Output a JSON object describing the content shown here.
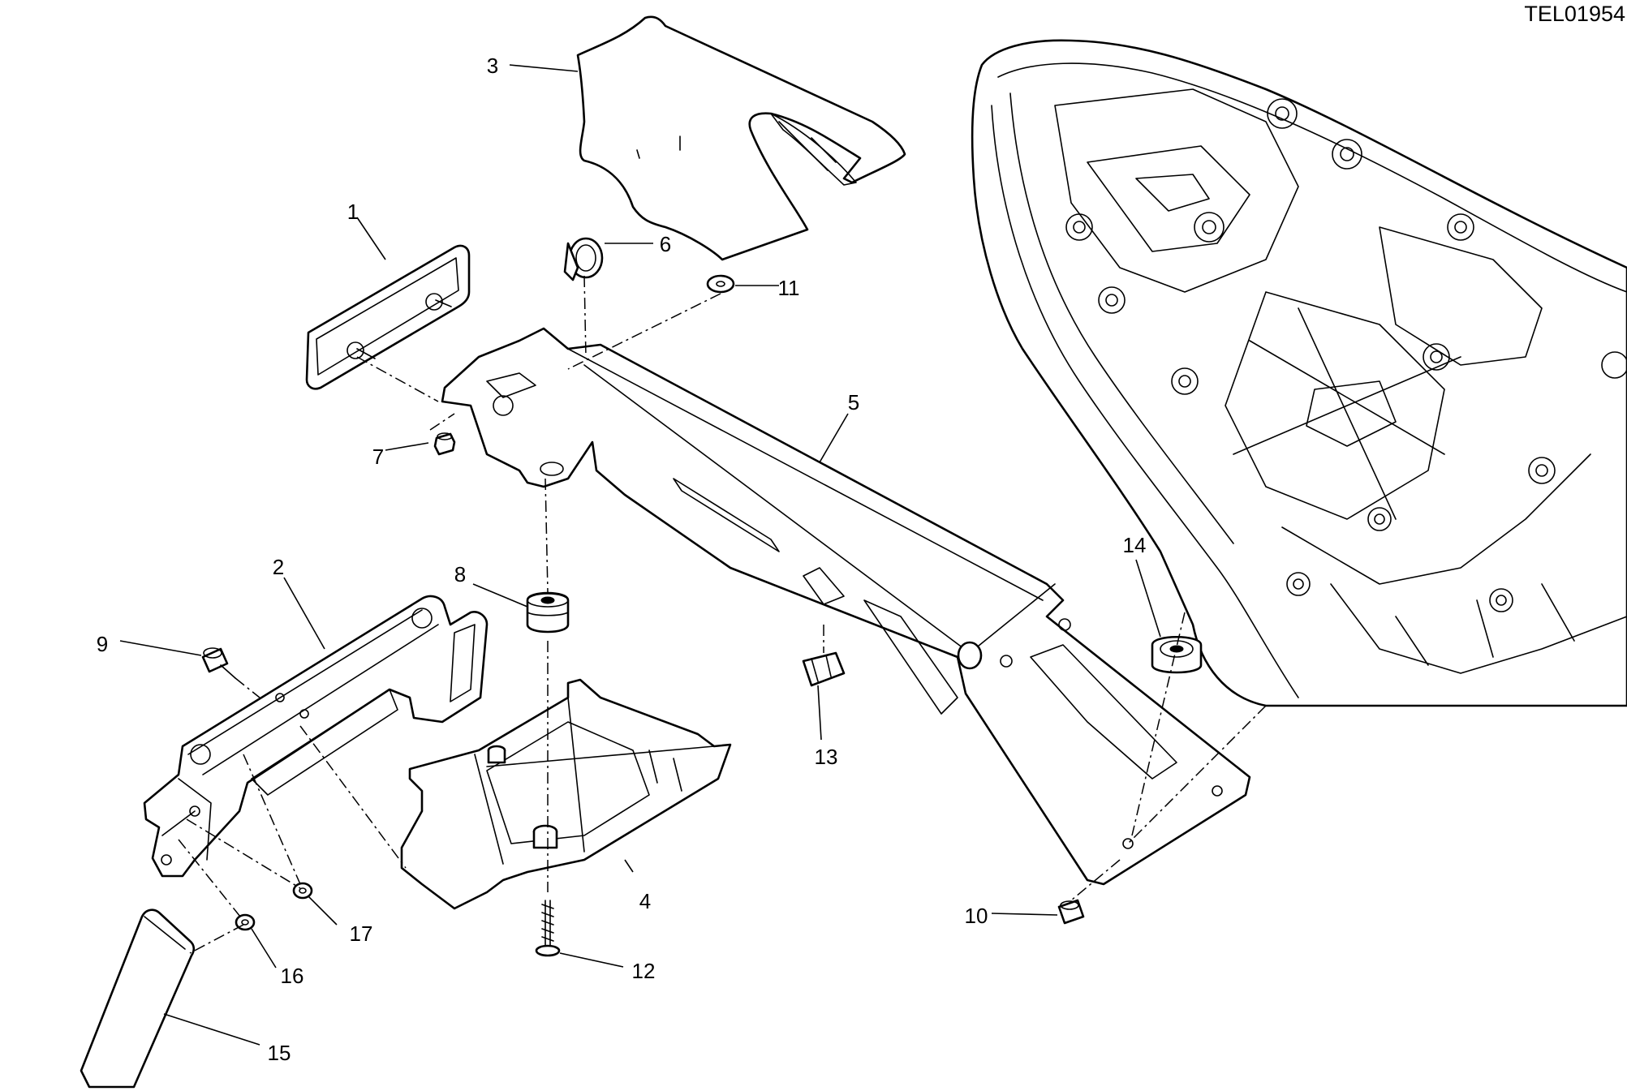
{
  "drawing_code": "TEL01954",
  "callouts": [
    "1",
    "2",
    "3",
    "4",
    "5",
    "6",
    "7",
    "8",
    "9",
    "10",
    "11",
    "12",
    "13",
    "14",
    "15",
    "16",
    "17"
  ]
}
